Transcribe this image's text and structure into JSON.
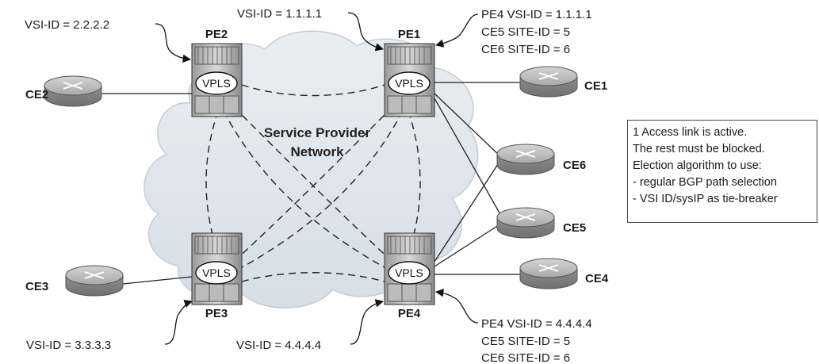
{
  "cloud": {
    "title_line1": "Service Provider",
    "title_line2": "Network"
  },
  "pe": [
    {
      "name": "PE2",
      "vpls": "VPLS"
    },
    {
      "name": "PE1",
      "vpls": "VPLS"
    },
    {
      "name": "PE3",
      "vpls": "VPLS"
    },
    {
      "name": "PE4",
      "vpls": "VPLS"
    }
  ],
  "ce": [
    {
      "name": "CE2"
    },
    {
      "name": "CE1"
    },
    {
      "name": "CE6"
    },
    {
      "name": "CE5"
    },
    {
      "name": "CE3"
    },
    {
      "name": "CE4"
    }
  ],
  "annotations": {
    "pe2_vsi": "VSI-ID = 2.2.2.2",
    "pe1_vsi": "VSI-ID = 1.1.1.1",
    "pe3_vsi": "VSI-ID = 3.3.3.3",
    "pe4_vsi": "VSI-ID = 4.4.4.4",
    "pe1_block": [
      "PE4 VSI-ID = 1.1.1.1",
      "CE5 SITE-ID = 5",
      "CE6 SITE-ID = 6"
    ],
    "pe4_block": [
      "PE4 VSI-ID = 4.4.4.4",
      "CE5 SITE-ID = 5",
      "CE6 SITE-ID = 6"
    ]
  },
  "legend": [
    "1 Access link is active.",
    "The rest must be blocked.",
    "Election algorithm to use:",
    "- regular BGP path selection",
    "- VSI ID/sysIP as tie-breaker"
  ]
}
